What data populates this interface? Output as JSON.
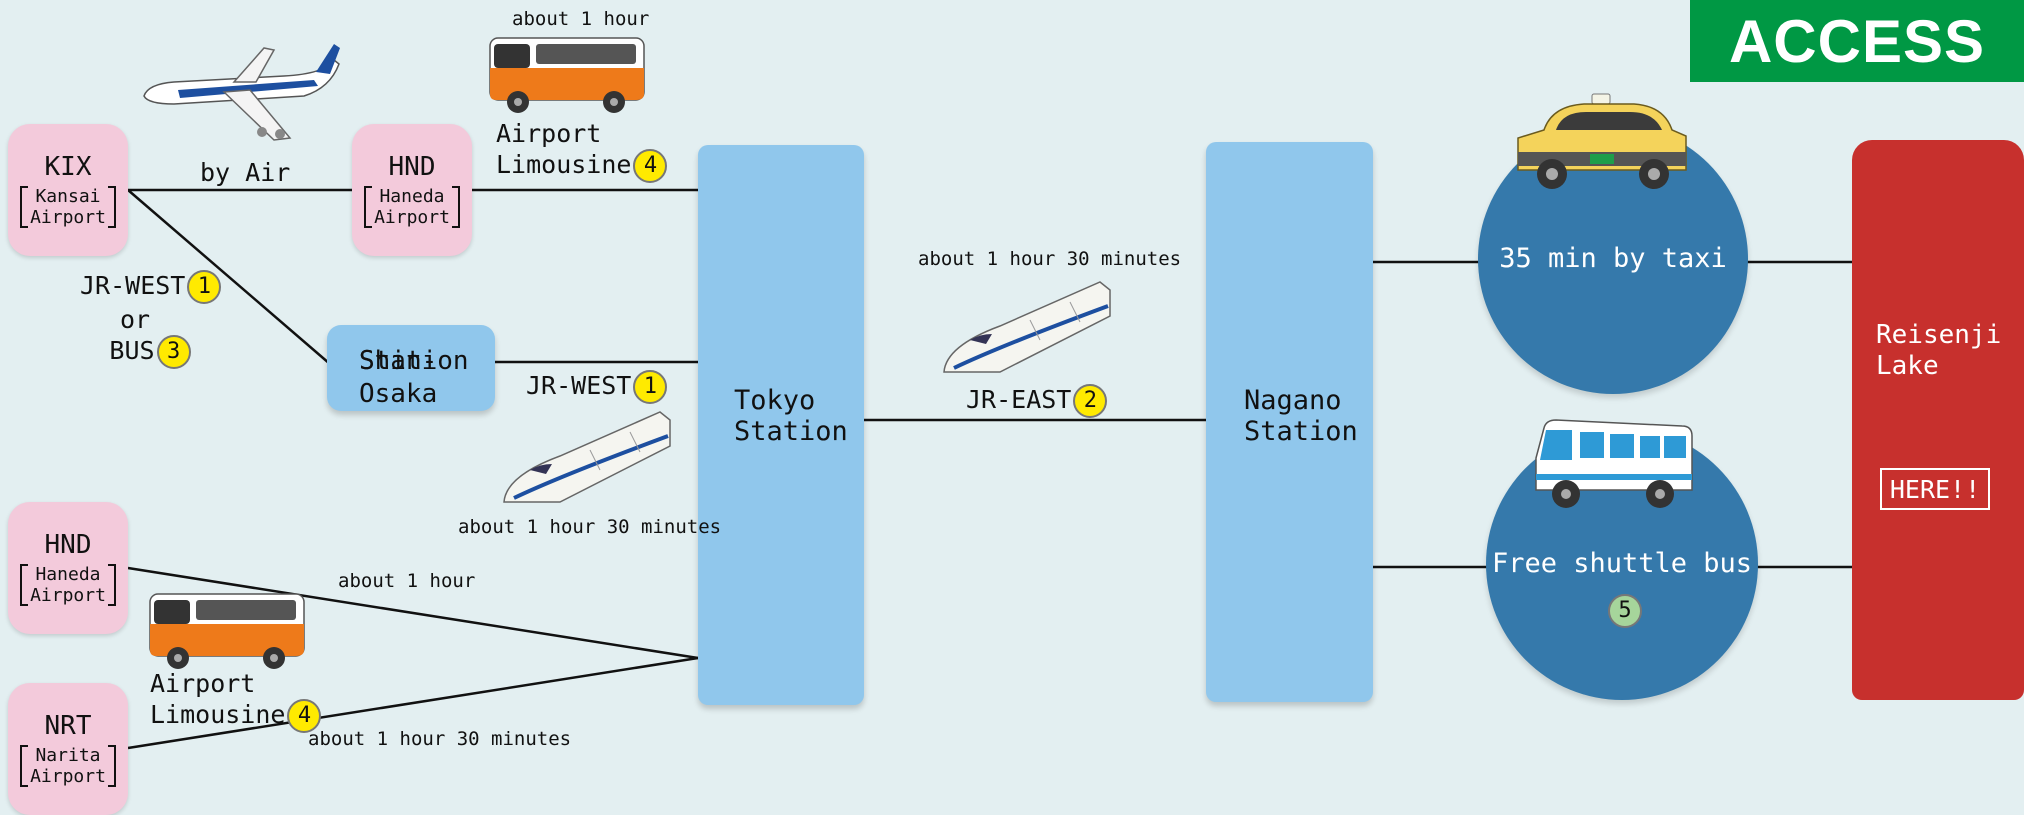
{
  "banner": "ACCESS",
  "airports": {
    "kix": {
      "code": "KIX",
      "sub1": "Kansai",
      "sub2": "Airport"
    },
    "hnd_top": {
      "code": "HND",
      "sub1": "Haneda",
      "sub2": "Airport"
    },
    "hnd_bottom": {
      "code": "HND",
      "sub1": "Haneda",
      "sub2": "Airport"
    },
    "nrt": {
      "code": "NRT",
      "sub1": "Narita",
      "sub2": "Airport"
    }
  },
  "stations": {
    "shin_osaka": {
      "line1": "Shin-Osaka",
      "line2": "Station"
    },
    "tokyo": {
      "line1": "Tokyo",
      "line2": "Station"
    },
    "nagano": {
      "line1": "Nagano",
      "line2": "Station"
    }
  },
  "destination": {
    "line1": "Reisenji",
    "line2": "Lake",
    "here": "HERE!!"
  },
  "routes": {
    "by_air": "by Air",
    "limo_top_time": "about 1 hour",
    "limo_top_l1": "Airport",
    "limo_top_l2": "Limousine",
    "limo_top_num": "4",
    "jrwest_kix": "JR-WEST",
    "jrwest_kix_num": "1",
    "or": "or",
    "bus": "BUS",
    "bus_num": "3",
    "jrwest_shin": "JR-WEST",
    "jrwest_shin_num": "1",
    "shin_time": "about 1 hour 30 minutes",
    "jreast_time": "about 1 hour 30 minutes",
    "jreast": "JR-EAST",
    "jreast_num": "2",
    "hnd_time": "about 1 hour",
    "limo_bottom_l1": "Airport",
    "limo_bottom_l2": "Limousine",
    "limo_bottom_num": "4",
    "nrt_time": "about 1 hour 30 minutes",
    "taxi": "35 min by taxi",
    "shuttle": "Free shuttle bus",
    "shuttle_num": "5"
  },
  "colors": {
    "background": "#e3eff1",
    "banner": "#009844",
    "airport": "#f3cadb",
    "station": "#90c7ec",
    "circle": "#3579ab",
    "lake": "#c7302d",
    "badge": "#ffea00",
    "badge_green": "#a6d59b"
  },
  "icons": [
    "airplane-icon",
    "limousine-bus-icon",
    "shinkansen-icon",
    "taxi-icon",
    "shuttle-bus-icon"
  ]
}
